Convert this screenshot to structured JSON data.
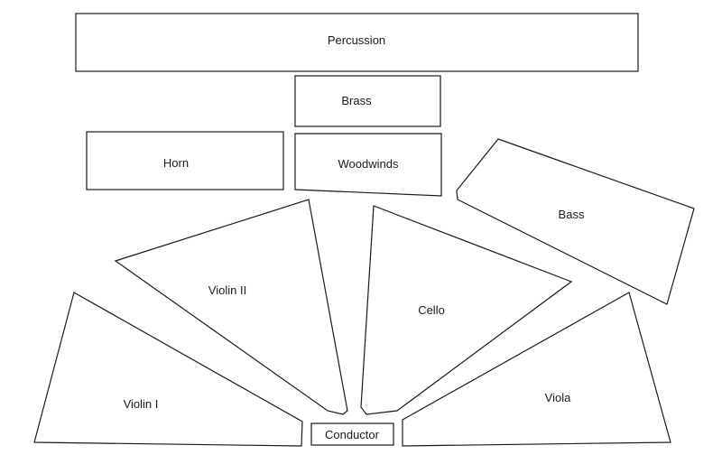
{
  "diagram": {
    "sections": {
      "percussion": "Percussion",
      "brass": "Brass",
      "horn": "Horn",
      "woodwinds": "Woodwinds",
      "bass": "Bass",
      "violin_ii": "Violin II",
      "cello": "Cello",
      "violin_i": "Violin I",
      "viola": "Viola",
      "conductor": "Conductor"
    }
  }
}
